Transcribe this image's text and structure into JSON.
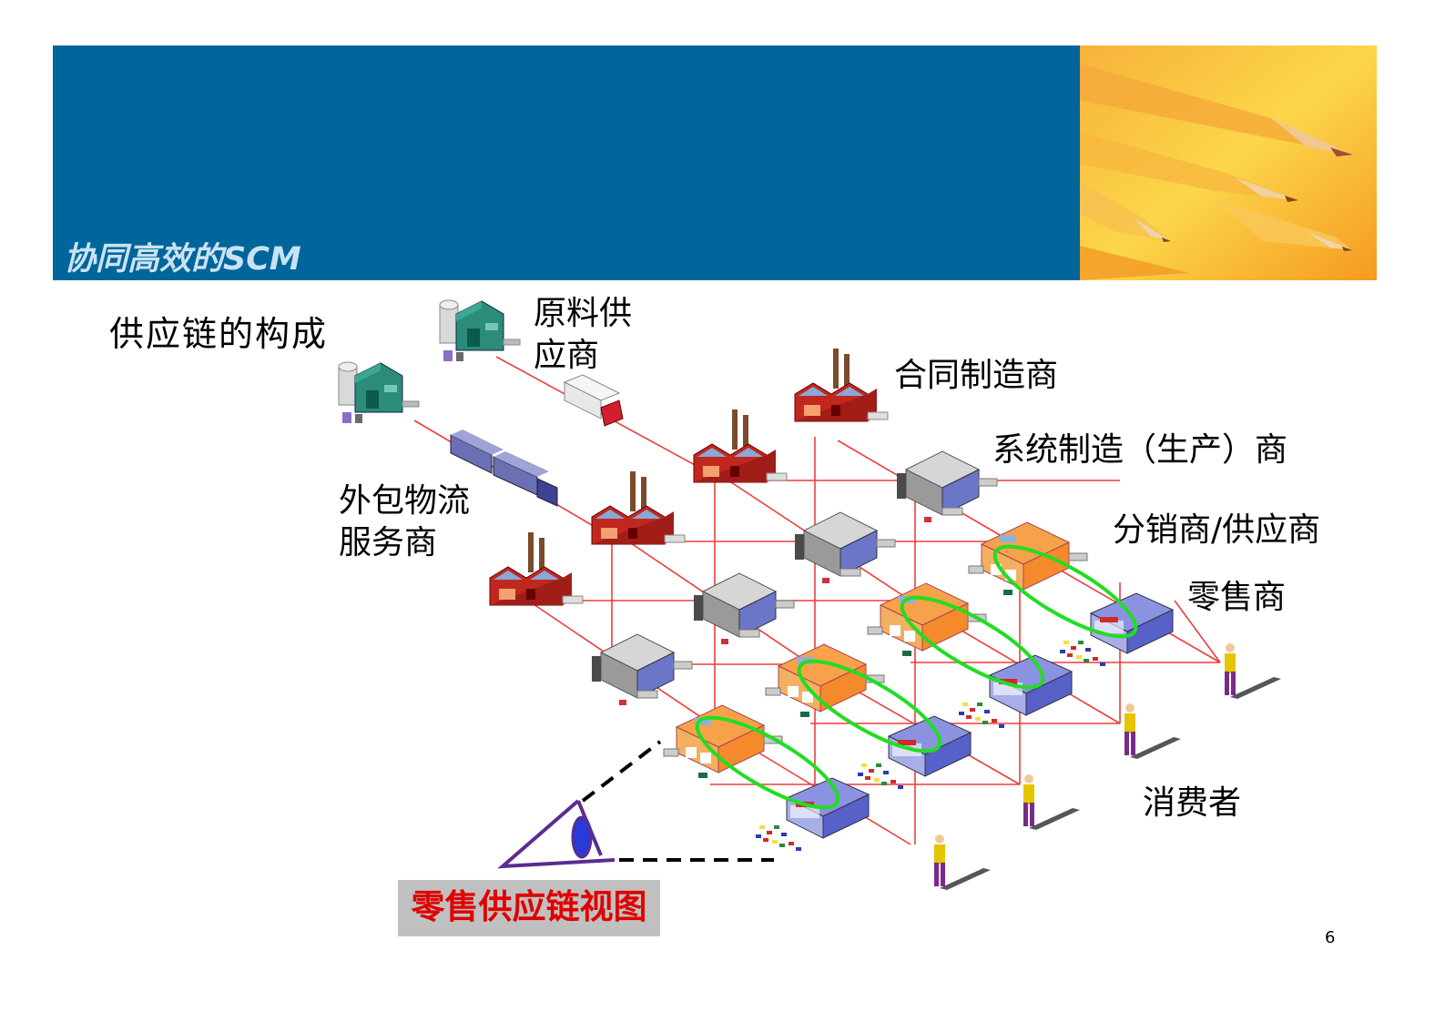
{
  "header": {
    "title": "协同高效的SCM",
    "band_color": "#00659a"
  },
  "slide": {
    "title": "供应链的构成",
    "page_number": "6"
  },
  "labels": {
    "raw_material_supplier": [
      "原料供",
      "应商"
    ],
    "contract_manufacturer": "合同制造商",
    "system_manufacturer": "系统制造（生产）商",
    "logistics_provider": [
      "外包物流",
      "服务商"
    ],
    "distributor": "分销商/供应商",
    "retailer": "零售商",
    "consumer": "消费者",
    "retail_view": "零售供应链视图"
  },
  "colors": {
    "link_line": "#f03c3c",
    "highlight_ellipse": "#22dd22",
    "retail_view_text": "#e00000",
    "eye_triangle": "#5a2d91"
  }
}
